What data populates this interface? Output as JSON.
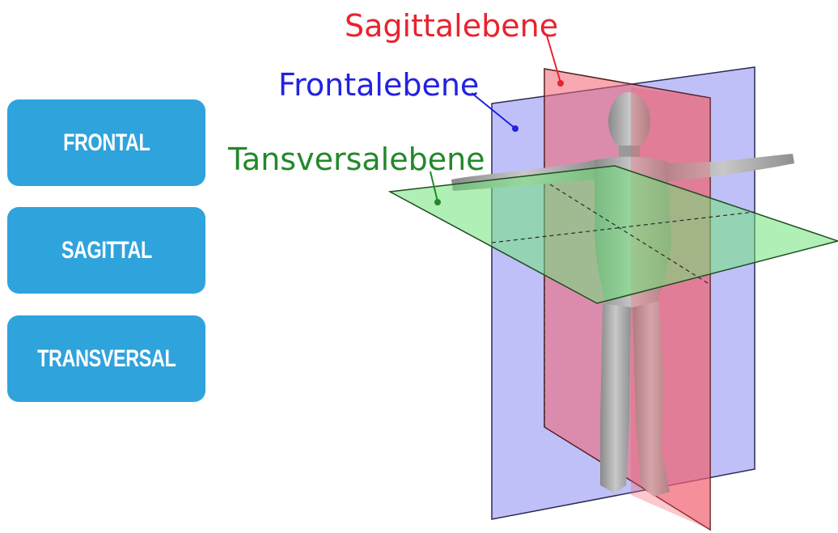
{
  "colors": {
    "button_bg": "#2fa3dc",
    "button_text": "#ffffff",
    "sagittal": "#e8232f",
    "frontal": "#2222e0",
    "transversal": "#22882a",
    "sagittal_plane_fill": "#f06070",
    "frontal_plane_fill": "#8c8cf2",
    "transversal_plane_fill": "#6fe27a",
    "body_gray": "#a9a9a9"
  },
  "buttons": {
    "frontal": "FRONTAL",
    "sagittal": "SAGITTAL",
    "transversal": "TRANSVERSAL"
  },
  "labels": {
    "sagittal": "Sagittalebene",
    "frontal": "Frontalebene",
    "transversal": "Tansversalebene"
  },
  "icons": {
    "figure": "human-body-figure"
  }
}
